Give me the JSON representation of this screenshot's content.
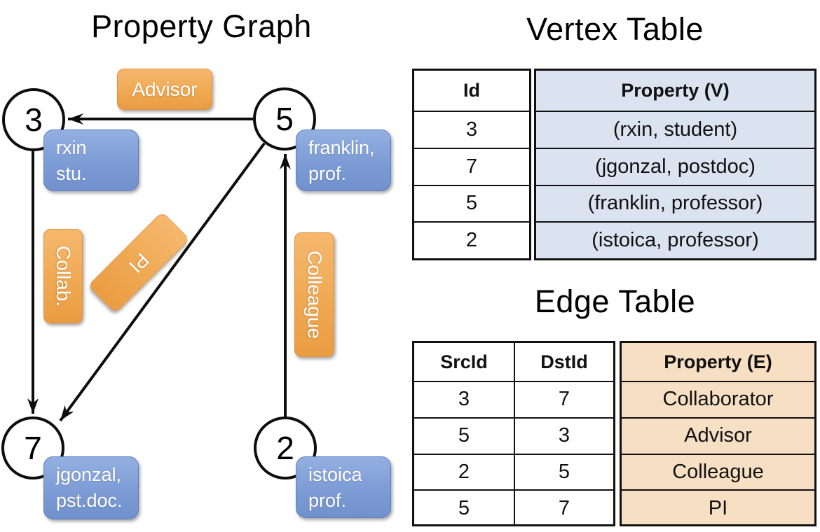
{
  "graph": {
    "title": "Property Graph",
    "nodes": [
      {
        "id": "3",
        "prop": [
          "rxin",
          "stu."
        ]
      },
      {
        "id": "5",
        "prop": [
          "franklin,",
          "prof."
        ]
      },
      {
        "id": "7",
        "prop": [
          "jgonzal,",
          "pst.doc."
        ]
      },
      {
        "id": "2",
        "prop": [
          "istoica",
          "prof."
        ]
      }
    ],
    "edge_labels": {
      "advisor": "Advisor",
      "collab": "Collab.",
      "pi": "PI",
      "colleague": "Colleague"
    }
  },
  "vertex_table": {
    "title": "Vertex Table",
    "columns": [
      "Id",
      "Property (V)"
    ],
    "rows": [
      [
        "3",
        "(rxin, student)"
      ],
      [
        "7",
        "(jgonzal, postdoc)"
      ],
      [
        "5",
        "(franklin, professor)"
      ],
      [
        "2",
        "(istoica, professor)"
      ]
    ]
  },
  "edge_table": {
    "title": "Edge Table",
    "columns": [
      "SrcId",
      "DstId",
      "Property (E)"
    ],
    "rows": [
      [
        "3",
        "7",
        "Collaborator"
      ],
      [
        "5",
        "3",
        "Advisor"
      ],
      [
        "2",
        "5",
        "Colleague"
      ],
      [
        "5",
        "7",
        "PI"
      ]
    ]
  },
  "colors": {
    "label_orange": "#efa953",
    "box_blue": "#7d9bd5",
    "table_blue_fill": "#dbe3f1",
    "table_orange_fill": "#f7dfc4",
    "ink": "#111111"
  }
}
